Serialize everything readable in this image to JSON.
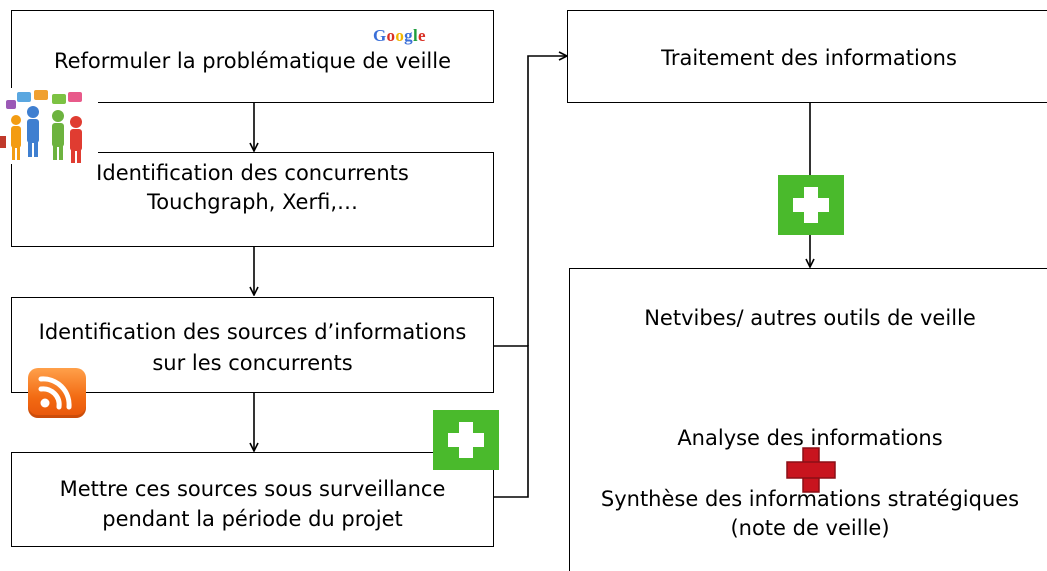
{
  "diagram": {
    "left_column": {
      "box1": {
        "text": "Reformuler la problématique de veille"
      },
      "box2": {
        "line1": "Identification des concurrents",
        "line2": "Touchgraph, Xerfi,…"
      },
      "box3": {
        "line1": "Identification des sources d’informations",
        "line2": "sur les concurrents"
      },
      "box4": {
        "line1": "Mettre ces sources sous surveillance",
        "line2": "pendant la période du projet"
      }
    },
    "right_column": {
      "box1": {
        "text": "Traitement des informations"
      },
      "box2": {
        "line1": "Netvibes/ autres outils de veille",
        "line2": "Analyse des informations",
        "line3": "Synthèse des informations stratégiques",
        "line4": "(note de veille)"
      }
    },
    "logo_google": {
      "letters": [
        {
          "char": "G",
          "color": "#3a6fd8"
        },
        {
          "char": "o",
          "color": "#d93025"
        },
        {
          "char": "o",
          "color": "#f2b600"
        },
        {
          "char": "g",
          "color": "#3a6fd8"
        },
        {
          "char": "l",
          "color": "#1e9e3e"
        },
        {
          "char": "e",
          "color": "#d93025"
        }
      ]
    },
    "icons": [
      "people-icon",
      "rss-icon",
      "plus-icon",
      "plus-icon",
      "plus-icon"
    ],
    "colors": {
      "plus_green": "#4aba2c",
      "plus_red": "#c8141e",
      "rss_orange": "#f26a12"
    }
  }
}
